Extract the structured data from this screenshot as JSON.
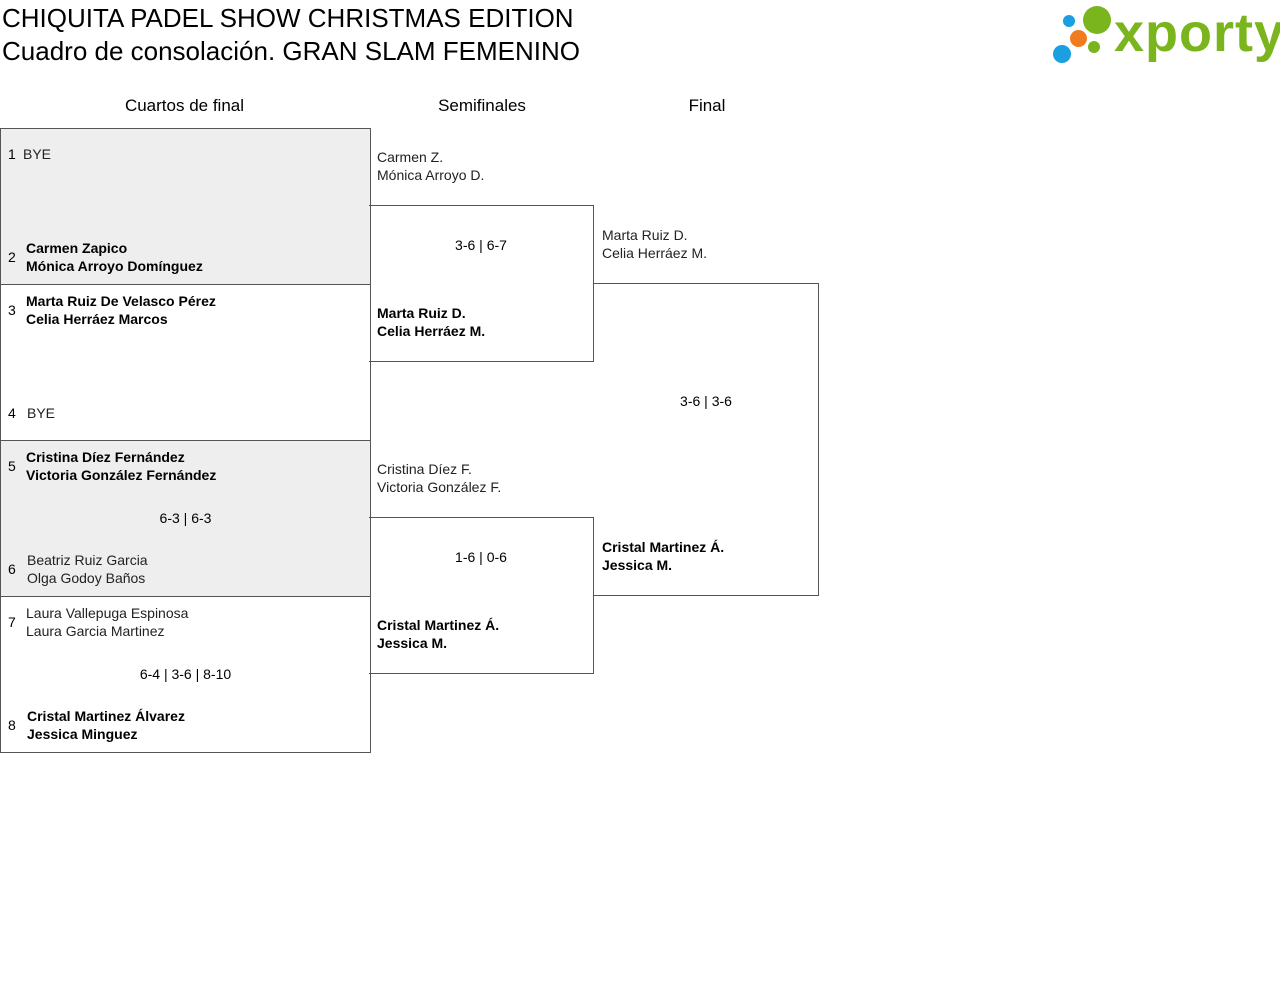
{
  "header": {
    "title": "CHIQUITA PADEL SHOW CHRISTMAS EDITION",
    "subtitle": "Cuadro de consolación. GRAN SLAM FEMENINO"
  },
  "logo": {
    "text": "xporty",
    "colors": {
      "green": "#7ab51d",
      "blue": "#1a9fe0",
      "orange": "#f07c1e"
    }
  },
  "rounds": {
    "quarterfinals": "Cuartos de final",
    "semifinals": "Semifinales",
    "final": "Final"
  },
  "quarterfinals": [
    {
      "top": {
        "seed": "1",
        "line1": "BYE",
        "line2": ""
      },
      "bottom": {
        "seed": "2",
        "line1": "Carmen Zapico",
        "line2": "Mónica Arroyo Domínguez"
      },
      "score": ""
    },
    {
      "top": {
        "seed": "3",
        "line1": "Marta Ruiz De Velasco Pérez",
        "line2": "Celia Herráez Marcos"
      },
      "bottom": {
        "seed": "4",
        "line1": "BYE",
        "line2": ""
      },
      "score": ""
    },
    {
      "top": {
        "seed": "5",
        "line1": "Cristina Díez Fernández",
        "line2": "Victoria González Fernández"
      },
      "bottom": {
        "seed": "6",
        "line1": "Beatriz Ruiz Garcia",
        "line2": "Olga Godoy Baños"
      },
      "score": "6-3 | 6-3"
    },
    {
      "top": {
        "seed": "7",
        "line1": "Laura Vallepuga Espinosa",
        "line2": "Laura Garcia Martinez"
      },
      "bottom": {
        "seed": "8",
        "line1": "Cristal Martinez Álvarez",
        "line2": "Jessica Minguez"
      },
      "score": "6-4 | 3-6 | 8-10"
    }
  ],
  "semifinals": [
    {
      "top": {
        "line1": "Carmen Z.",
        "line2": "Mónica Arroyo D."
      },
      "bottom": {
        "line1": "Marta Ruiz D.",
        "line2": "Celia Herráez M."
      },
      "score": "3-6 | 6-7"
    },
    {
      "top": {
        "line1": "Cristina Díez F.",
        "line2": "Victoria González F."
      },
      "bottom": {
        "line1": "Cristal Martinez Á.",
        "line2": "Jessica M."
      },
      "score": "1-6 | 0-6"
    }
  ],
  "final": {
    "top": {
      "line1": "Marta Ruiz D.",
      "line2": "Celia Herráez M."
    },
    "bottom": {
      "line1": "Cristal Martinez Á.",
      "line2": "Jessica M."
    },
    "score": "3-6 | 3-6"
  }
}
